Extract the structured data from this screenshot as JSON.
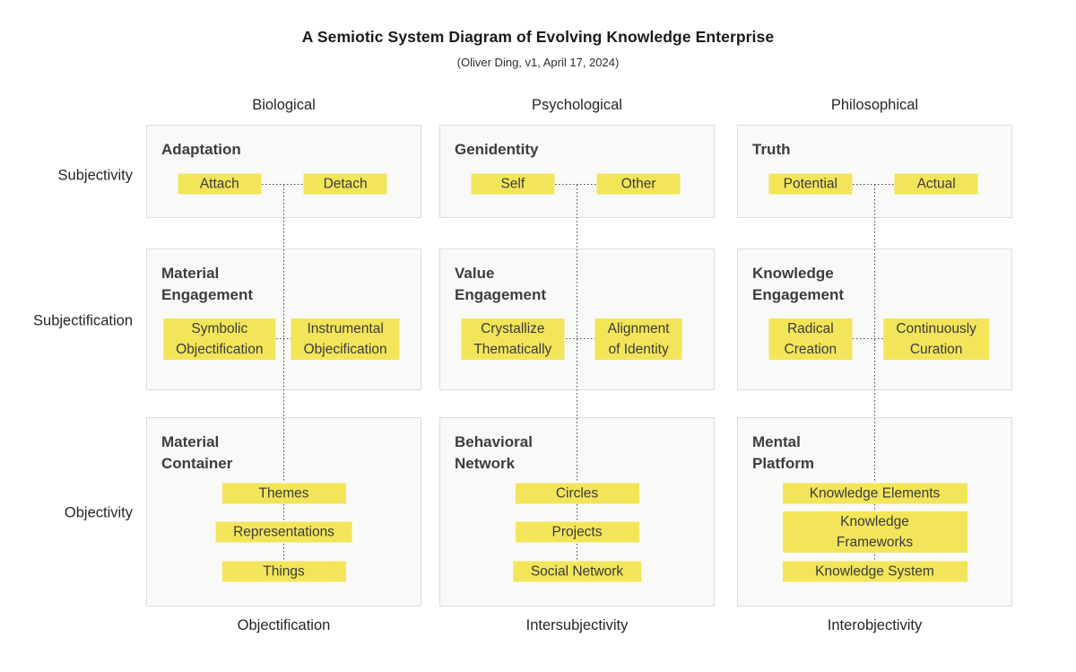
{
  "title": "A Semiotic System Diagram of Evolving Knowledge Enterprise",
  "subtitle": "(Oliver Ding, v1, April 17, 2024)",
  "colors": {
    "highlight": "#F3E55A",
    "box_bg": "#F9F9F8",
    "box_border": "#DCDCDC",
    "connector": "#474747",
    "text": "#3B3B3B"
  },
  "grid": {
    "column_headers": [
      "Biological",
      "Psychological",
      "Philosophical"
    ],
    "row_labels": [
      "Subjectivity",
      "Subjectification",
      "Objectivity"
    ],
    "bottom_labels": [
      "Objectification",
      "Intersubjectivity",
      "Interobjectivity"
    ],
    "cells": [
      {
        "title": "Adaptation",
        "labels": [
          "Attach",
          "Detach"
        ]
      },
      {
        "title": "Genidentity",
        "labels": [
          "Self",
          "Other"
        ]
      },
      {
        "title": "Truth",
        "labels": [
          "Potential",
          "Actual"
        ]
      },
      {
        "title": "Material\nEngagement",
        "labels": [
          "Symbolic\nObjectification",
          "Instrumental\nObjecification"
        ]
      },
      {
        "title": "Value\nEngagement",
        "labels": [
          "Crystallize\nThematically",
          "Alignment\nof Identity"
        ]
      },
      {
        "title": "Knowledge\nEngagement",
        "labels": [
          "Radical\nCreation",
          "Continuously\nCuration"
        ]
      },
      {
        "title": "Material\nContainer",
        "labels": [
          "Themes",
          "Representations",
          "Things"
        ]
      },
      {
        "title": "Behavioral\nNetwork",
        "labels": [
          "Circles",
          "Projects",
          "Social Network"
        ]
      },
      {
        "title": "Mental\nPlatform",
        "labels": [
          "Knowledge Elements",
          "Knowledge Frameworks",
          "Knowledge System"
        ]
      }
    ]
  }
}
